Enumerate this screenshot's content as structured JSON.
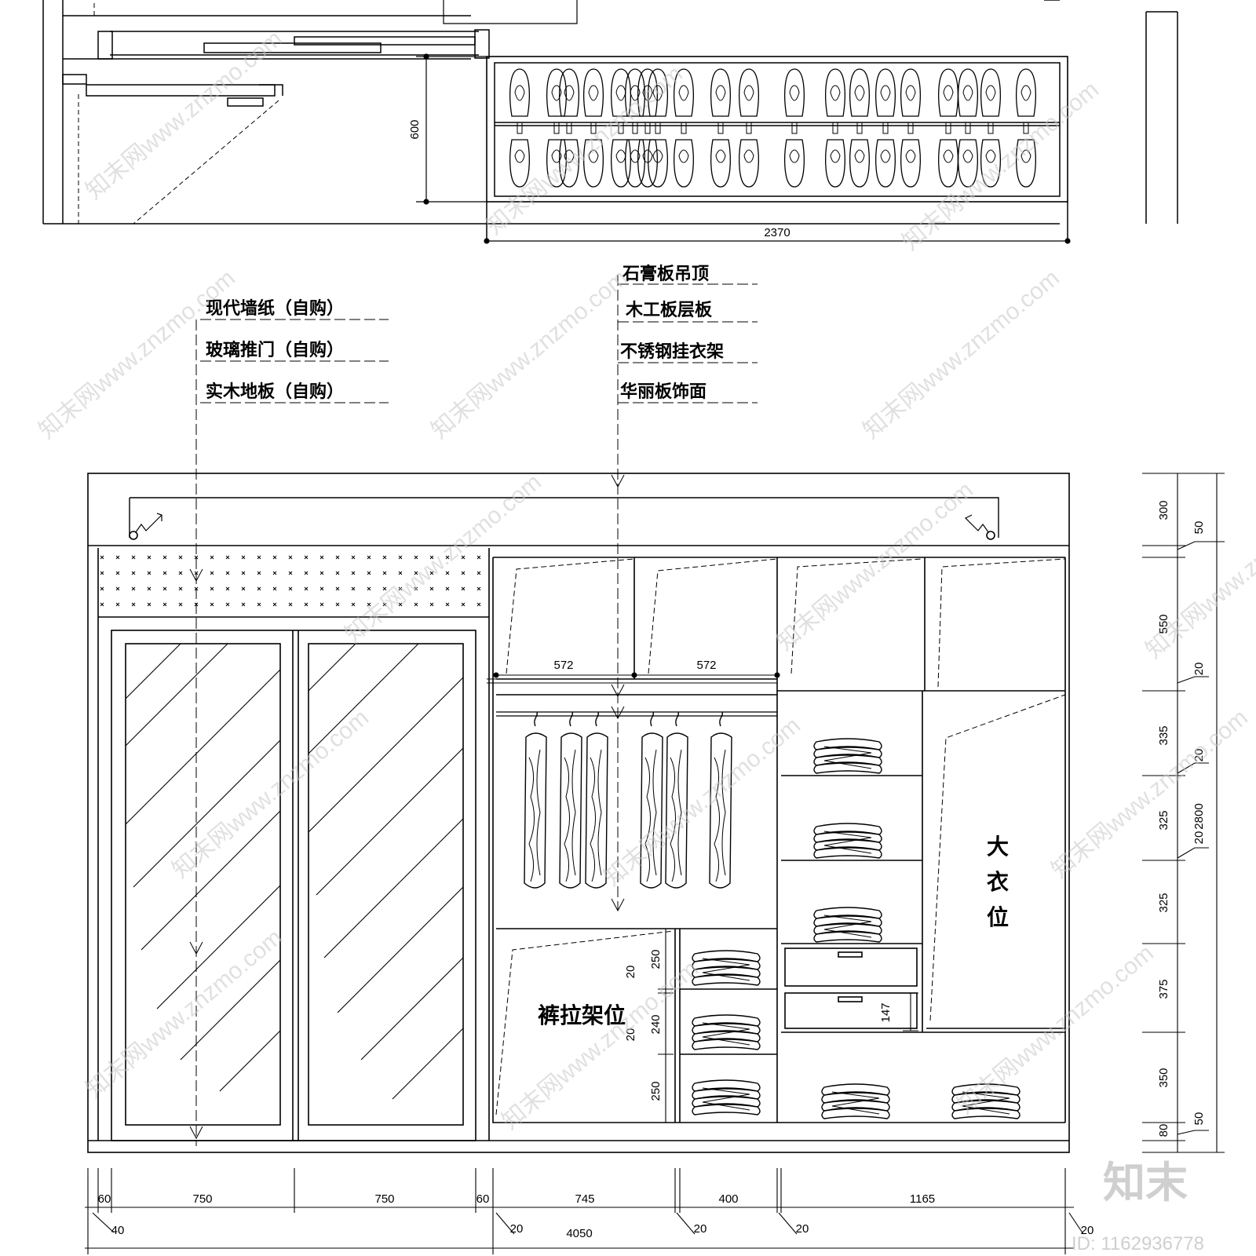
{
  "plan": {
    "depth_dim": "600",
    "width_dim": "2370"
  },
  "leaders_left": [
    "现代墙纸（自购）",
    "玻璃推门（自购）",
    "实木地板（自购）"
  ],
  "leaders_right": [
    "石膏板吊顶",
    "木工板层板",
    "不锈钢挂衣架",
    "华丽板饰面"
  ],
  "labels": {
    "trouser_rack": "裤拉架位",
    "coat_line1": "大",
    "coat_line2": "衣",
    "coat_line3": "位"
  },
  "dims": {
    "compartment_left": "572",
    "compartment_right": "572",
    "drawer_height": "147",
    "mid_250_top": "250",
    "mid_20_a": "20",
    "mid_240": "240",
    "mid_20_b": "20",
    "mid_250_bottom": "250"
  },
  "right_dims": [
    "300",
    "50",
    "550",
    "20",
    "335",
    "20",
    "325",
    "20",
    "2800",
    "325",
    "375",
    "350",
    "80",
    "50"
  ],
  "bottom_dims": {
    "row1": [
      "60",
      "750",
      "750",
      "60",
      "745",
      "400",
      "1165"
    ],
    "row2": [
      "40",
      "20",
      "4050",
      "20",
      "20",
      "20"
    ]
  },
  "watermark": "知末网www.znzmo.com",
  "stamp": {
    "brand": "知末",
    "id": "ID: 1162936778"
  }
}
